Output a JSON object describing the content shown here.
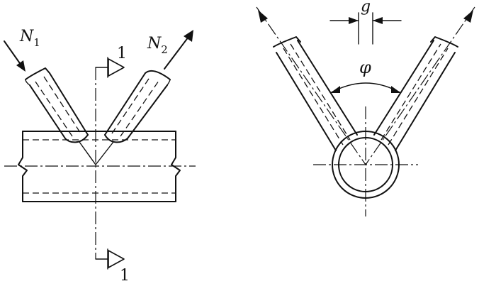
{
  "labels": {
    "force_1": "N",
    "force_1_sub": "1",
    "force_2": "N",
    "force_2_sub": "2",
    "section_top": "1",
    "section_bottom": "1",
    "gap": "g",
    "angle": "φ"
  },
  "colors": {
    "ink": "#111111",
    "background": "#ffffff"
  }
}
